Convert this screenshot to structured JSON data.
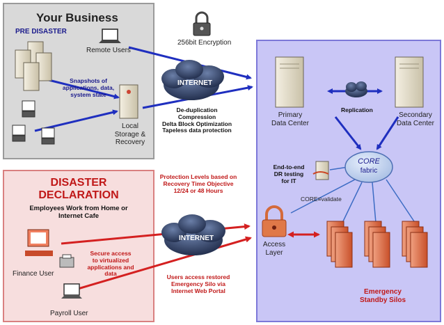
{
  "business": {
    "title": "Your Business",
    "pre_disaster": "PRE DISASTER",
    "remote_users": "Remote Users",
    "snapshots": [
      "Snapshots of",
      "applications, data,",
      "system state"
    ],
    "local_storage": [
      "Local",
      "Storage &",
      "Recovery"
    ]
  },
  "center": {
    "encryption": "256bit Encryption",
    "internet_top": "INTERNET",
    "features": [
      "De-duplication",
      "Compression",
      "Delta Block Optimization",
      "Tapeless data protection"
    ],
    "protection": [
      "Protection Levels based on",
      "Recovery Time Objective",
      "12/24 or 48 Hours"
    ],
    "internet_bottom": "INTERNET",
    "users_access": [
      "Users access restored",
      "Emergency Silo via",
      "Internet Web Portal"
    ]
  },
  "disaster": {
    "title_line1": "DISASTER",
    "title_line2": "DECLARATION",
    "subtitle": [
      "Employees Work from Home or",
      "Internet Cafe"
    ],
    "finance_user": "Finance User",
    "secure_access": [
      "Secure access",
      "to virtualized",
      "applications and",
      "data"
    ],
    "payroll_user": "Payroll User"
  },
  "datacenter": {
    "replication": "Replication",
    "primary": [
      "Primary",
      "Data Center"
    ],
    "secondary": [
      "Secondary",
      "Data Center"
    ],
    "dr_testing": [
      "End-to-end",
      "DR testing",
      "for IT"
    ],
    "core": "CORE",
    "fabric": "fabric",
    "core_validate": "CORE≡validate",
    "access_layer": [
      "Access",
      "Layer"
    ],
    "emergency": [
      "Emergency",
      "Standby Silos"
    ]
  },
  "colors": {
    "blue_arrow": "#1f2fbf",
    "red_arrow": "#d42020",
    "dark_red_text": "#c01818",
    "navy_text": "#1a1a8c"
  }
}
